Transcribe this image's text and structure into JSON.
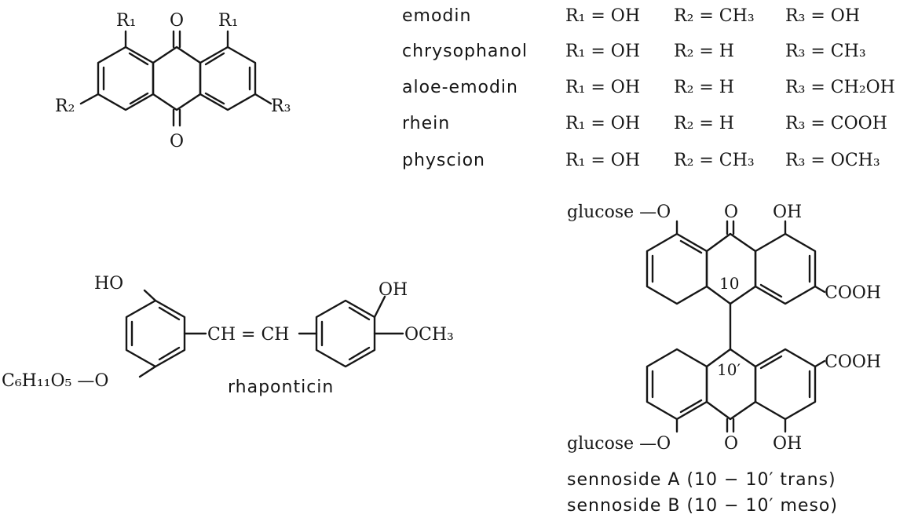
{
  "anthraquinone": {
    "labels": {
      "r1_left": "R₁",
      "r1_right": "R₁",
      "o_top": "O",
      "o_bottom": "O",
      "r2": "R₂",
      "r3": "R₃"
    },
    "compounds": [
      {
        "name": "emodin",
        "r1": "R₁ = OH",
        "r2": "R₂ = CH₃",
        "r3": "R₃ = OH"
      },
      {
        "name": "chrysophanol",
        "r1": "R₁ = OH",
        "r2": "R₂ = H",
        "r3": "R₃ = CH₃"
      },
      {
        "name": "aloe-emodin",
        "r1": "R₁ = OH",
        "r2": "R₂ = H",
        "r3": "R₃ = CH₂OH"
      },
      {
        "name": "rhein",
        "r1": "R₁ = OH",
        "r2": "R₂ = H",
        "r3": "R₃ = COOH"
      },
      {
        "name": "physcion",
        "r1": "R₁ = OH",
        "r2": "R₂ = CH₃",
        "r3": "R₃ = OCH₃"
      }
    ]
  },
  "rhaponticin": {
    "labels": {
      "ho": "HO",
      "oh": "OH",
      "och3": "OCH₃",
      "sugar": "C₆H₁₁O₅ —O",
      "bridge": "CH = CH"
    },
    "name": "rhaponticin"
  },
  "sennoside": {
    "labels": {
      "glucose_top": "glucose —O",
      "o_top": "O",
      "oh_top": "OH",
      "cooh_top": "COOH",
      "cooh_bottom": "COOH",
      "c10": "10",
      "c10p": "10′",
      "glucose_bottom": "glucose —O",
      "o_bottom": "O",
      "oh_bottom": "OH"
    },
    "captions": [
      "sennoside  A  (10 − 10′ trans)",
      "sennoside  B  (10 − 10′ meso)"
    ]
  }
}
